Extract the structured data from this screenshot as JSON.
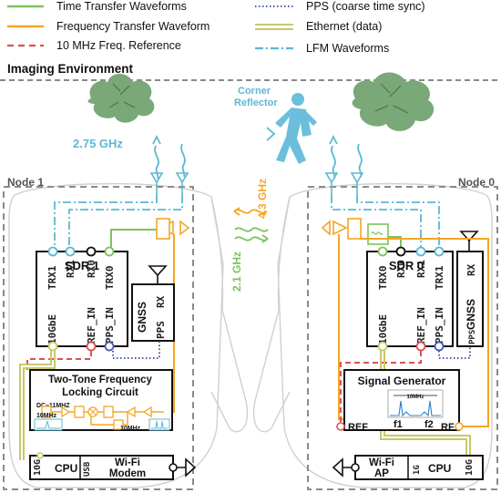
{
  "legend": {
    "time_transfer": "Time Transfer Waveforms",
    "frequency_transfer": "Frequency Transfer Waveform",
    "freq_reference": "10 MHz Freq. Reference",
    "pps": "PPS (coarse time sync)",
    "ethernet": "Ethernet (data)",
    "lfm": "LFM Waveforms"
  },
  "environment": {
    "label": "Imaging Environment"
  },
  "target": {
    "line1": "Corner",
    "line2": "Reflector"
  },
  "links": {
    "lfm_freq": "2.75 GHz",
    "freq_transfer_freq": "4.3 GHz",
    "time_transfer_freq": "2.1 GHz"
  },
  "node1": {
    "title": "Node 1",
    "sdr": "SDR 1",
    "ports": [
      "TRX1",
      "RX1",
      "RX0",
      "TRX0"
    ],
    "ref_in": "REF_IN",
    "pps_in": "PPS_IN",
    "eth": "10GbE",
    "gnss": "GNSS",
    "gnss_rx": "RX",
    "gnss_pps": "PPS",
    "locking_line1": "Two-Tone Frequency",
    "locking_line2": "Locking Circuit",
    "dc_label": "DC–11MHZ",
    "tone_label": "10MHz",
    "spacing_label": "10MHz",
    "cpu": "CPU",
    "cpu_port": "10G",
    "usb": "USB",
    "wifi_line1": "Wi-Fi",
    "wifi_line2": "Modem"
  },
  "node0": {
    "title": "Node 0",
    "sdr": "SDR 0",
    "ports": [
      "TRX0",
      "RX0",
      "RX1",
      "TRX1"
    ],
    "ref_in": "REF_IN",
    "pps_in": "PPS_IN",
    "eth": "10GbE",
    "gnss": "GNSS",
    "gnss_rx": "RX",
    "gnss_pps": "PPS",
    "siggen": "Signal Generator",
    "spacing": "10MHz",
    "f1": "f1",
    "f2": "f2",
    "ref": "REF",
    "rf": "RF",
    "wifi_line1": "Wi-Fi",
    "wifi_line2": "AP",
    "cpu": "CPU",
    "cpu_port": "10G",
    "port_1g": "1G"
  },
  "colors": {
    "time_transfer": "#7dc35b",
    "frequency_transfer": "#f5a623",
    "freq_reference": "#d9534f",
    "pps": "#4a5ab8",
    "ethernet": "#c8c86a",
    "lfm": "#5bb8d4",
    "tree": "#7aa878",
    "person": "#6bbfdc"
  }
}
